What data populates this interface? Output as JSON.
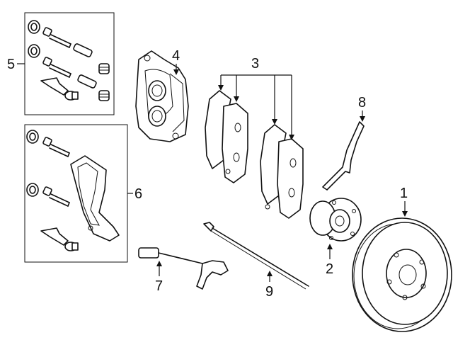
{
  "callouts": {
    "c1": "1",
    "c2": "2",
    "c3": "3",
    "c4": "4",
    "c5": "5",
    "c6": "6",
    "c7": "7",
    "c8": "8",
    "c9": "9"
  },
  "colors": {
    "line": "#111111",
    "background": "#ffffff"
  }
}
